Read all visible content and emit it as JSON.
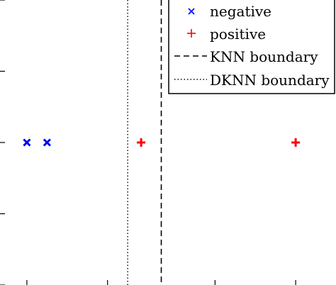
{
  "chart_data": {
    "type": "scatter",
    "title": "",
    "xlabel": "",
    "ylabel": "",
    "xlim": [
      -0.5,
      12
    ],
    "ylim": [
      -1,
      1
    ],
    "grid": false,
    "legend_position": "top-right",
    "series": [
      {
        "name": "negative",
        "marker": "x",
        "color": "#0000ff",
        "x": [
          0.5,
          1.25
        ],
        "y": [
          0,
          0
        ]
      },
      {
        "name": "positive",
        "marker": "+",
        "color": "#ff0000",
        "x": [
          4.75,
          10.5
        ],
        "y": [
          0,
          0
        ]
      }
    ],
    "boundaries": [
      {
        "name": "KNN boundary",
        "style": "dashed",
        "x": 5.5,
        "color": "#000000"
      },
      {
        "name": "DKNN boundary",
        "style": "dotted",
        "x": 4.25,
        "color": "#000000"
      }
    ]
  }
}
